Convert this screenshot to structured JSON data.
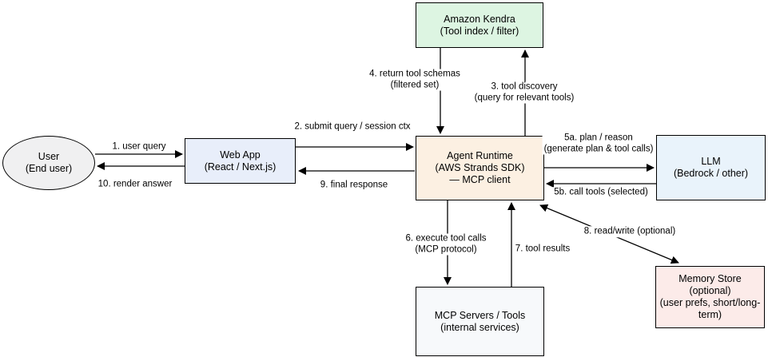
{
  "diagram": {
    "colors": {
      "user": "#f0f0f1",
      "web_app": "#e8eefa",
      "kendra": "#ddf5e2",
      "agent": "#fcf0e2",
      "llm": "#e9f3fb",
      "memory": "#fcebe9",
      "mcp": "#f7f9fb",
      "border": "#000000",
      "arrow": "#000000"
    },
    "nodes": {
      "user": {
        "lines": [
          "User",
          "(End user)"
        ]
      },
      "web_app": {
        "lines": [
          "Web App",
          "(React / Next.js)"
        ]
      },
      "kendra": {
        "lines": [
          "Amazon Kendra",
          "(Tool index / filter)"
        ]
      },
      "agent": {
        "lines": [
          "Agent Runtime",
          "(AWS Strands SDK)",
          "— MCP client"
        ]
      },
      "llm": {
        "lines": [
          "LLM",
          "(Bedrock / other)"
        ]
      },
      "memory": {
        "lines": [
          "Memory Store",
          "(optional)",
          "(user prefs, short/long-",
          "term)"
        ]
      },
      "mcp": {
        "lines": [
          "MCP Servers / Tools",
          "(internal services)"
        ]
      }
    },
    "edges": {
      "e1": {
        "lines": [
          "1. user query"
        ]
      },
      "e2": {
        "lines": [
          "2. submit query / session ctx"
        ]
      },
      "e3": {
        "lines": [
          "3. tool discovery",
          "(query for relevant tools)"
        ]
      },
      "e4": {
        "lines": [
          "4. return tool schemas",
          "(filtered set)"
        ]
      },
      "e5a": {
        "lines": [
          "5a. plan / reason",
          "(generate plan & tool calls)"
        ]
      },
      "e5b": {
        "lines": [
          "5b. call tools (selected)"
        ]
      },
      "e6": {
        "lines": [
          "6. execute tool calls",
          "(MCP protocol)"
        ]
      },
      "e7": {
        "lines": [
          "7. tool results"
        ]
      },
      "e8": {
        "lines": [
          "8. read/write (optional)"
        ]
      },
      "e9": {
        "lines": [
          "9. final response"
        ]
      },
      "e10": {
        "lines": [
          "10. render answer"
        ]
      }
    }
  }
}
